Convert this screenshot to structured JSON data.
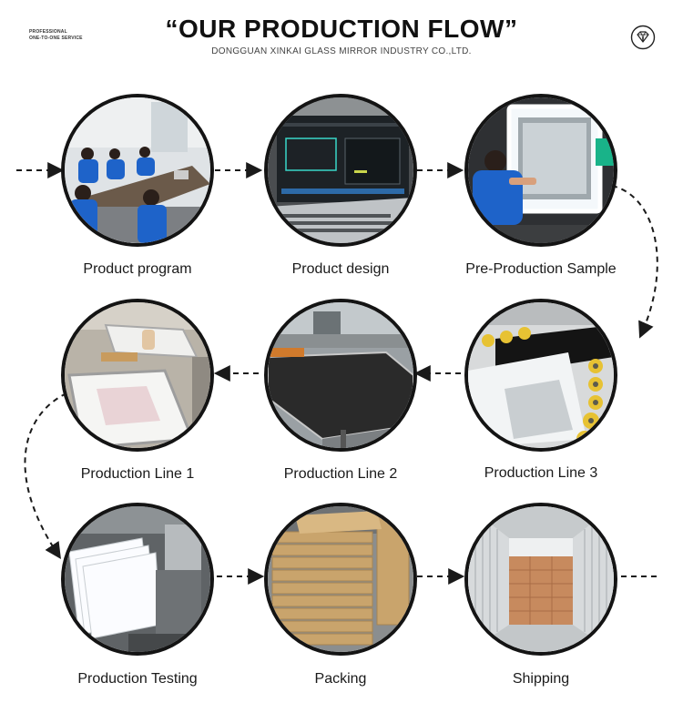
{
  "header": {
    "tagline_line1": "PROFESSIONAL",
    "tagline_line2": "ONE-TO-ONE SERVICE",
    "title": "“OUR PRODUCTION FLOW”",
    "subtitle": "DONGGUAN XINKAI GLASS MIRROR INDUSTRY CO.,LTD.",
    "logo_icon": "diamond-icon"
  },
  "steps": [
    {
      "label": "Product program",
      "photo": "meeting-room-photo"
    },
    {
      "label": "Product design",
      "photo": "laptop-cad-photo"
    },
    {
      "label": "Pre-Production Sample",
      "photo": "mirror-sample-photo"
    },
    {
      "label": "Production Line 1",
      "photo": "assembly-table-photo"
    },
    {
      "label": "Production Line 2",
      "photo": "cutting-table-photo"
    },
    {
      "label": "Production Line 3",
      "photo": "roller-conveyor-photo"
    },
    {
      "label": "Production Testing",
      "photo": "lit-mirrors-photo"
    },
    {
      "label": "Packing",
      "photo": "cartons-photo"
    },
    {
      "label": "Shipping",
      "photo": "container-photo"
    }
  ],
  "colors": {
    "ring": "#141414",
    "arrow": "#1a1a1a",
    "worker_shirt": "#1e63c9",
    "carton": "#c9a46c"
  }
}
